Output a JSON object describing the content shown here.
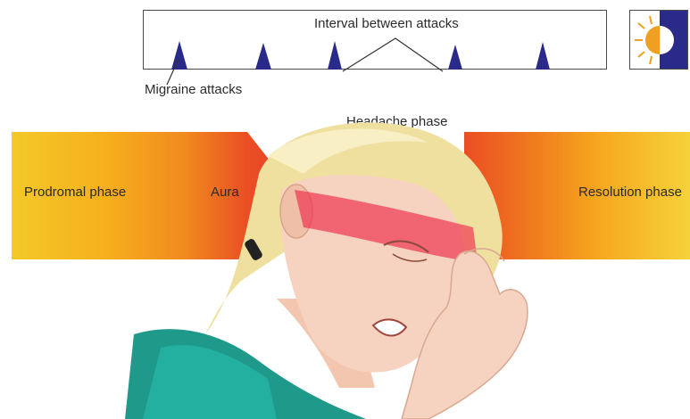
{
  "timeline": {
    "interval_label": "Interval between attacks",
    "attacks_label": "Migraine attacks",
    "attack_count": 5
  },
  "phases": {
    "headache": "Headache phase",
    "prodromal": "Prodromal phase",
    "aura": "Aura",
    "resolution": "Resolution phase"
  },
  "icons": {
    "day_night": "day-night-icon",
    "woman": "woman-with-migraine-illustration"
  },
  "colors": {
    "band_yellow": "#f3c928",
    "band_orange": "#f08a1e",
    "band_red": "#e8452a",
    "attack_spike": "#2a2a8a",
    "pain_overlay": "#ee2b4a"
  }
}
